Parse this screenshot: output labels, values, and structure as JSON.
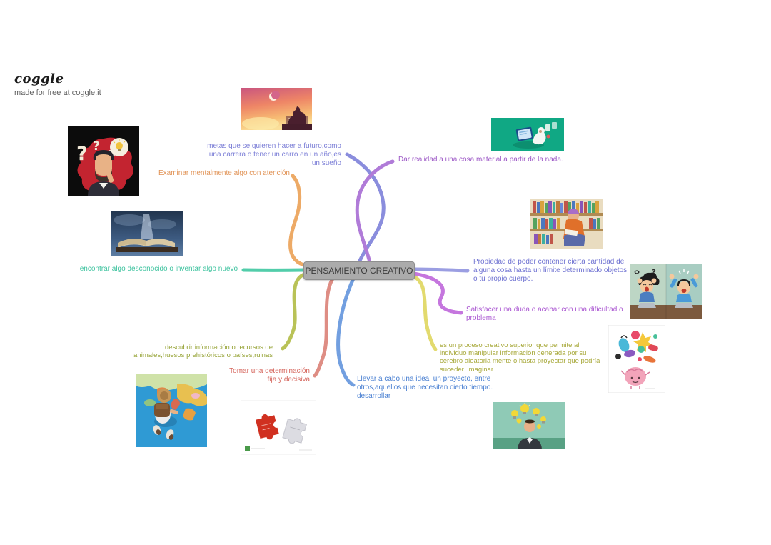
{
  "logo": {
    "name": "coggle",
    "tagline": "made for free at coggle.it"
  },
  "center": {
    "label": "PENSAMIENTO CREATIVO",
    "bg": "#ababab",
    "text_color": "#3d3d3d"
  },
  "nodes": {
    "metas": {
      "text": "metas que se quieren hacer a futuro,como una carrera o tener un carro en un año,es un sueño",
      "color": "#7a7dd6",
      "branch": "#8a8ddd"
    },
    "examinar": {
      "text": "Examinar mentalmente algo con atención",
      "color": "#e19356",
      "branch": "#edaa66"
    },
    "dar_realidad": {
      "text": "Dar realidad a una cosa material a partir de la nada.",
      "color": "#9c57c6",
      "branch": "#b07bd8"
    },
    "encontrar": {
      "text": "encontrar algo desconocido o inventar algo nuevo",
      "color": "#3ec39f",
      "branch": "#52cdaa"
    },
    "propiedad": {
      "text": "Propiedad de poder contener cierta cantidad de alguna cosa hasta un límite determinado,objetos o tu propio cuerpo.",
      "color": "#6f72d2",
      "branch": "#9b9ee2"
    },
    "satisfacer": {
      "text": "Satisfacer una duda o acabar con una dificultad o problema",
      "color": "#ab58d2",
      "branch": "#c576de"
    },
    "proceso": {
      "text": "es un proceso creativo superior que permite al individuo manipular información generada por su cerebro aleatoria mente o hasta proyectar que podría suceder. imaginar",
      "color": "#a7a839",
      "branch": "#e2da6e"
    },
    "descubrir": {
      "text": "descubrir información o recursos de animales,huesos prehistóricos o países,ruinas",
      "color": "#97a438",
      "branch": "#b9c257"
    },
    "tomar": {
      "text": "Tomar una determinación fija y decisiva",
      "color": "#d5655c",
      "branch": "#de8d84"
    },
    "llevar": {
      "text": "Llevar a cabo una idea, un proyecto, entre otros,aquellos que necesitan cierto tiempo. desarrollar",
      "color": "#4a80d2",
      "branch": "#729fe0"
    }
  },
  "images": {
    "sunset_girl": "girl-reaching-moon-sunset",
    "green_computer": "person-at-computer-green",
    "thinking_man": "man-thinking-questions-idea",
    "magic_book": "glowing-open-book",
    "library_reader": "reader-in-library",
    "kids_computers": "frustrated-and-happy-kids-laptops",
    "brain_doodle": "creative-brain-doodle",
    "map_traveler": "traveler-on-world-map",
    "puzzle_pieces": "red-white-puzzle-pieces",
    "idea_man": "man-with-lightbulbs"
  }
}
